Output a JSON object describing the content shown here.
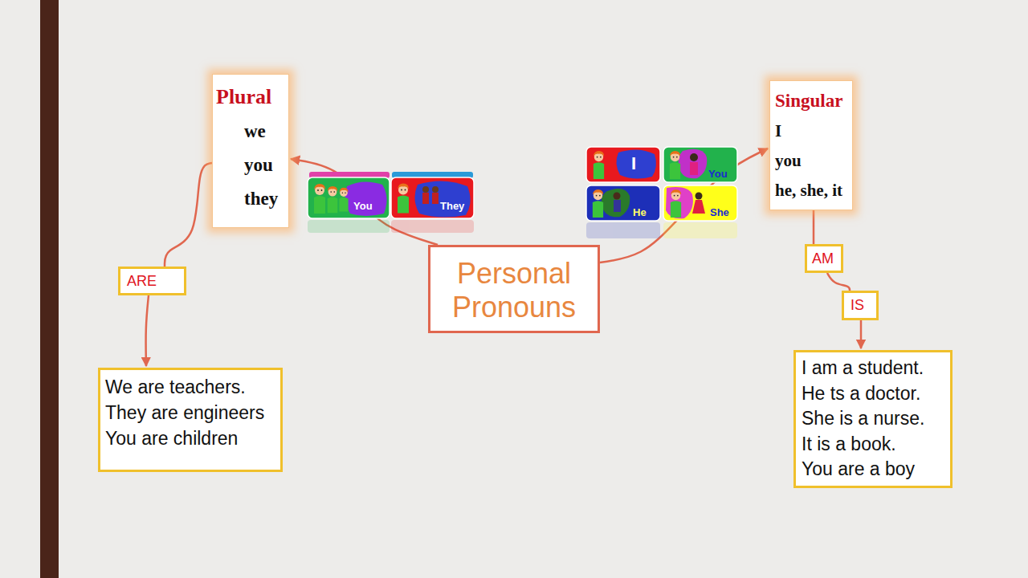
{
  "diagram": {
    "nodes": [
      {
        "text": [
          "Plural",
          "we",
          "you",
          "they"
        ]
      },
      {
        "text": [
          "Singular",
          "I",
          "you",
          "he, she, it"
        ]
      },
      {
        "text": [
          "Personal Pronouns"
        ]
      },
      {
        "text": [
          "ARE"
        ]
      },
      {
        "text": [
          "AM"
        ]
      },
      {
        "text": [
          "IS"
        ]
      },
      {
        "text": [
          "We are teachers.",
          "They are engineers",
          "You are children"
        ]
      },
      {
        "text": [
          "I am a student.",
          "He ts a doctor.",
          "She is a nurse.",
          "It is a book.",
          "You are a boy"
        ]
      }
    ],
    "edges": [
      {
        "from": 2,
        "to": 0,
        "arrow": "to"
      },
      {
        "from": 2,
        "to": 1,
        "arrow": "to"
      },
      {
        "from": 0,
        "to": 3,
        "arrow": "none"
      },
      {
        "from": 3,
        "to": 6,
        "arrow": "to"
      },
      {
        "from": 1,
        "to": 4,
        "arrow": "none"
      },
      {
        "from": 4,
        "to": 5,
        "arrow": "none"
      },
      {
        "from": 5,
        "to": 7,
        "arrow": "to"
      }
    ],
    "labels": [
      "You",
      "They",
      "I",
      "You",
      "He",
      "She"
    ]
  }
}
